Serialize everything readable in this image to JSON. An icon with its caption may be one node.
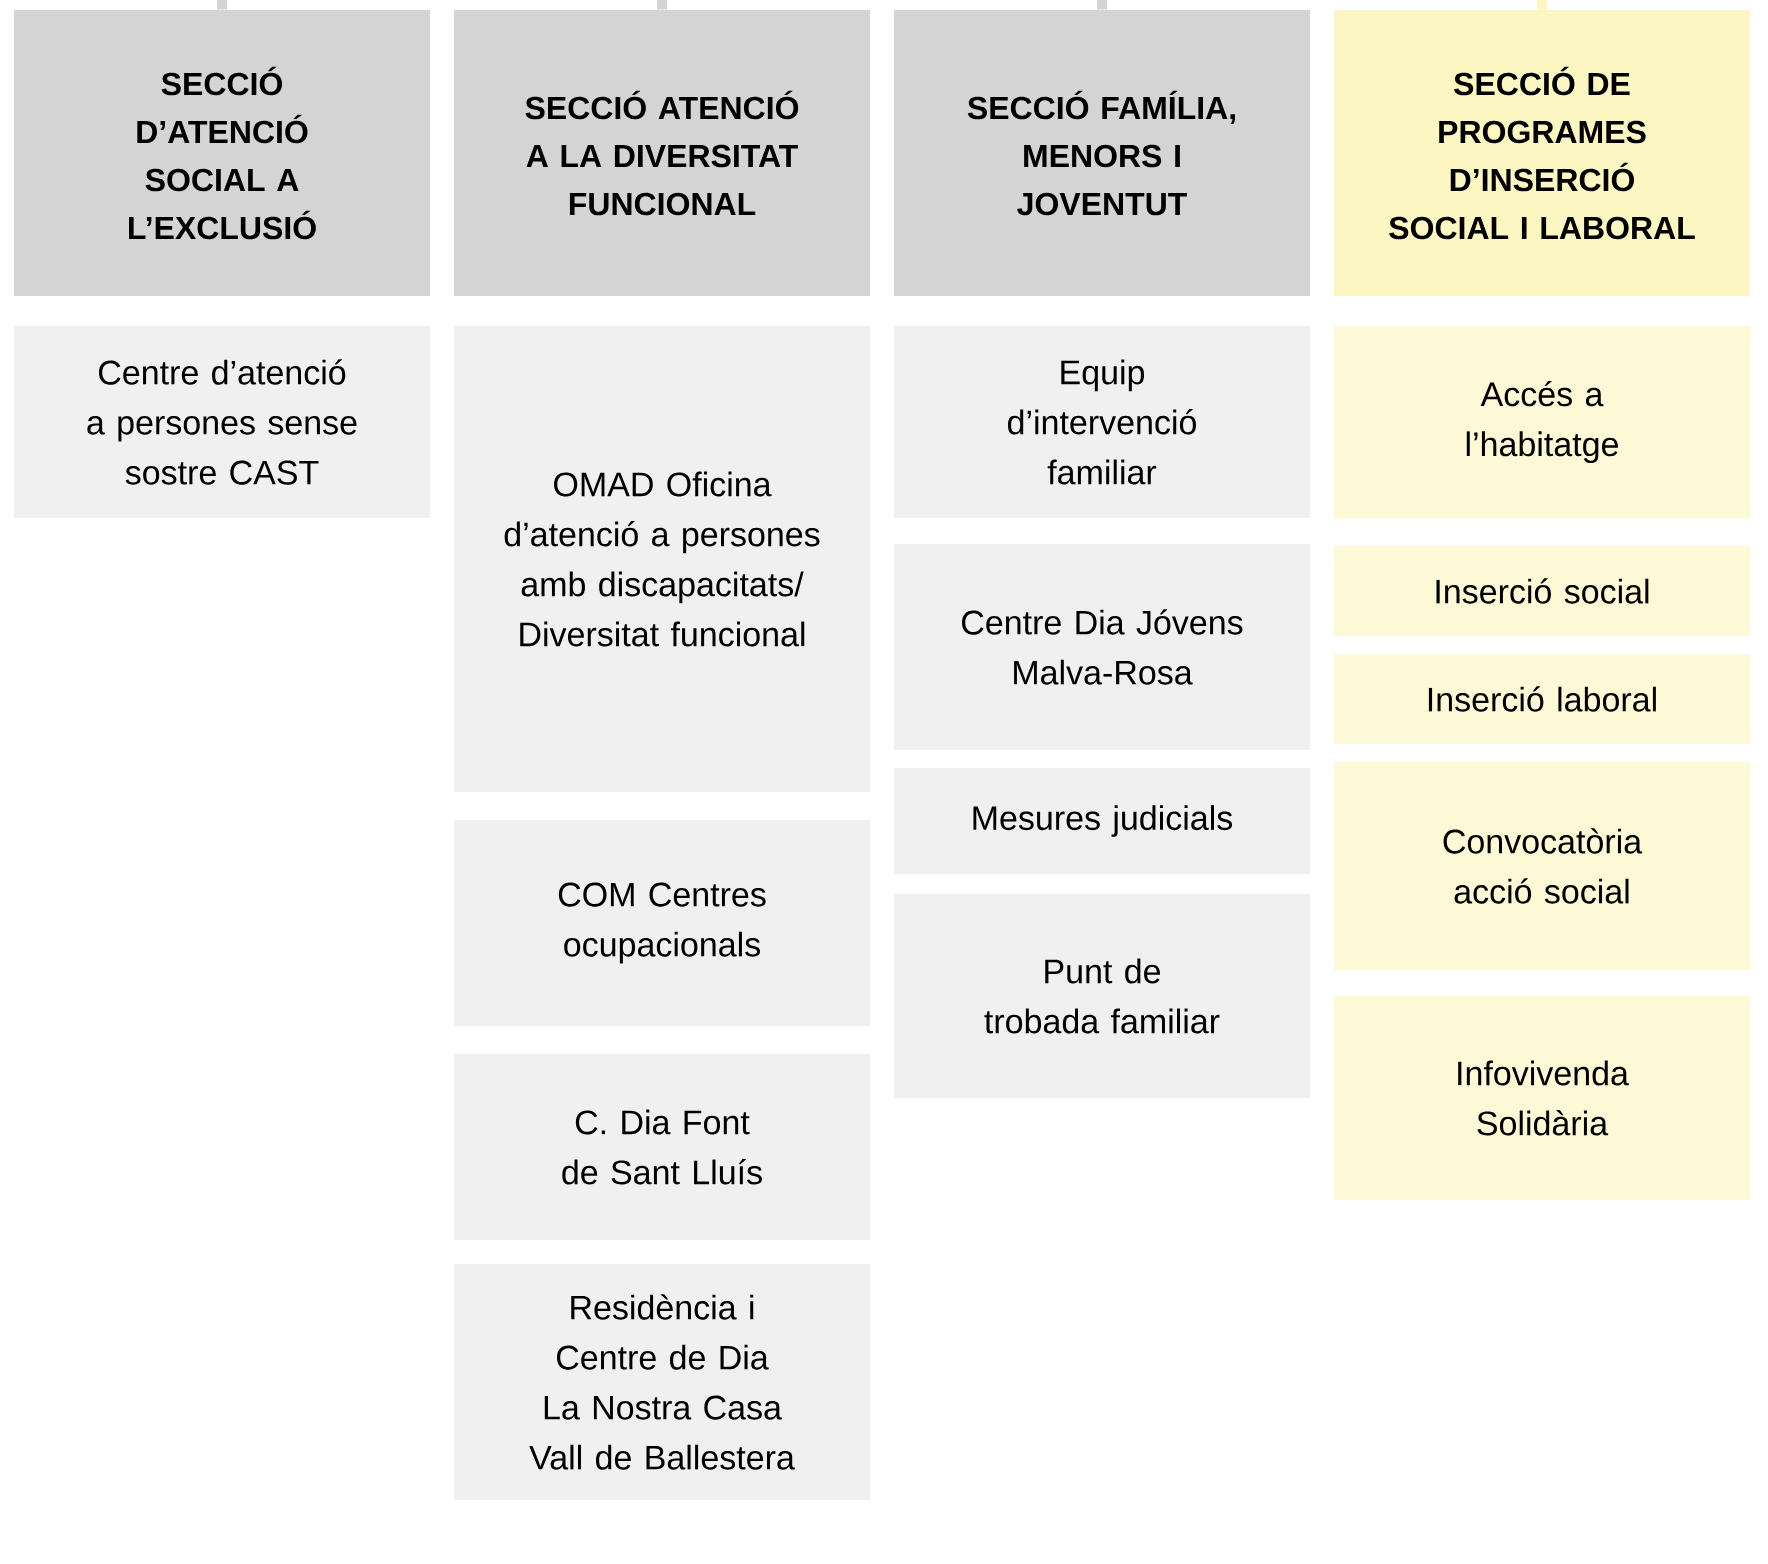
{
  "diagram": {
    "nodes": [
      {
        "text": [
          "SECCIÓ D’ATENCIÓ SOCIAL A L’EXCLUSIÓ"
        ]
      },
      {
        "text": [
          "SECCIÓ ATENCIÓ A LA DIVERSITAT FUNCIONAL"
        ]
      },
      {
        "text": [
          "SECCIÓ FAMÍLIA, MENORS I JOVENTUT"
        ]
      },
      {
        "text": [
          "SECCIÓ DE PROGRAMES D’INSERCIÓ SOCIAL I LABORAL"
        ]
      },
      {
        "text": [
          "Centre d’atenció a persones sense sostre CAST"
        ]
      },
      {
        "text": [
          "OMAD Oficina d’atenció a persones amb discapacitats/ Diversitat funcional"
        ]
      },
      {
        "text": [
          "COM Centres ocupacionals"
        ]
      },
      {
        "text": [
          "C. Dia Font de Sant Lluís"
        ]
      },
      {
        "text": [
          "Residència i Centre de Dia La Nostra Casa Vall de Ballestera"
        ]
      },
      {
        "text": [
          "Equip d’intervenció familiar"
        ]
      },
      {
        "text": [
          "Centre Dia Jóvens Malva-Rosa"
        ]
      },
      {
        "text": [
          "Mesures judicials"
        ]
      },
      {
        "text": [
          "Punt de trobada familiar"
        ]
      },
      {
        "text": [
          "Accés a l’habitatge"
        ]
      },
      {
        "text": [
          "Inserció social"
        ]
      },
      {
        "text": [
          "Inserció laboral"
        ]
      },
      {
        "text": [
          "Convocatòria acció social"
        ]
      },
      {
        "text": [
          "Infovivenda Solidària"
        ]
      }
    ],
    "edges": [
      {
        "from": null,
        "to": 0,
        "arrow": "none"
      },
      {
        "from": null,
        "to": 1,
        "arrow": "none"
      },
      {
        "from": null,
        "to": 2,
        "arrow": "none"
      },
      {
        "from": null,
        "to": 3,
        "arrow": "none",
        "color": "#fcf7c2"
      }
    ]
  }
}
